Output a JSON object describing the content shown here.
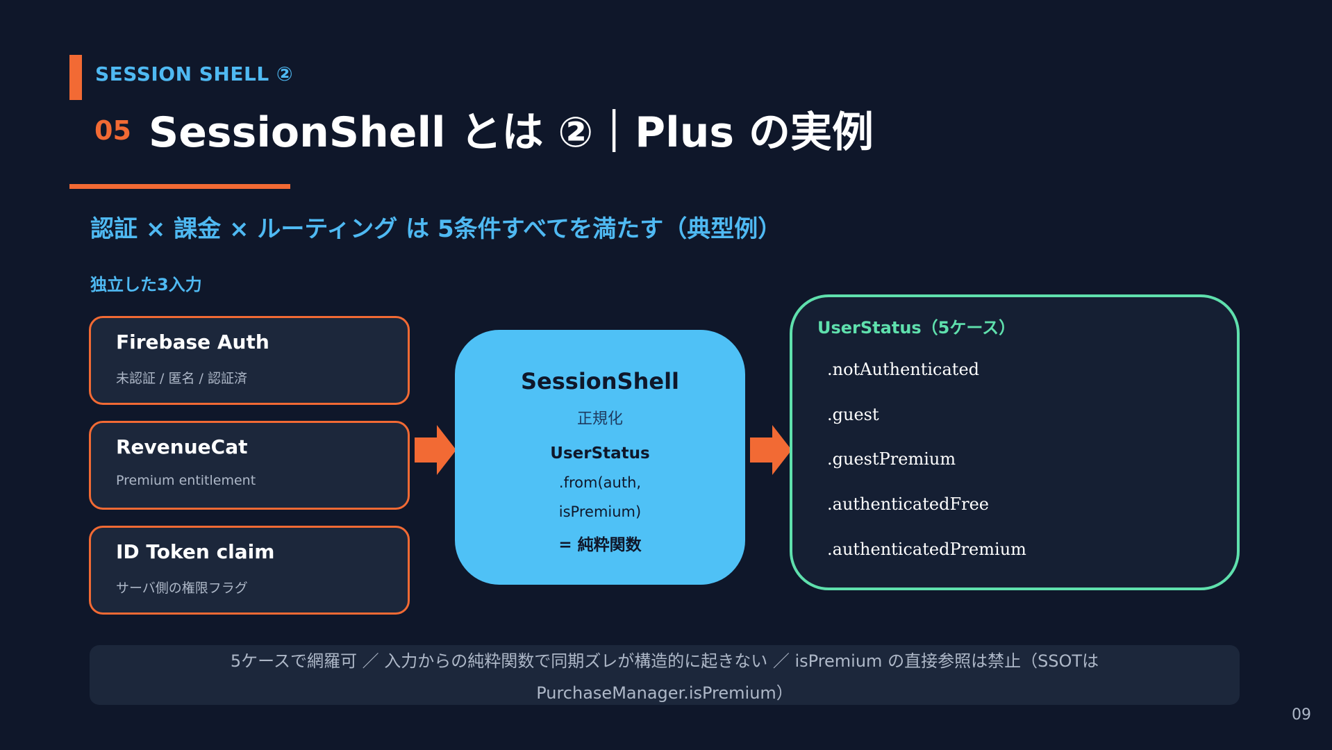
{
  "header": {
    "eyebrow": "SESSION SHELL ②",
    "number": "05",
    "title": "SessionShell とは ②｜Plus の実例",
    "subtitle": "認証 × 課金 × ルーティング は 5条件すべてを満たす（典型例）"
  },
  "inputs": {
    "label": "独立した3入力",
    "items": [
      {
        "title": "Firebase Auth",
        "sub": "未認証 / 匿名 / 認証済"
      },
      {
        "title": "RevenueCat",
        "sub": "Premium entitlement"
      },
      {
        "title": "ID Token claim",
        "sub": "サーバ側の権限フラグ"
      }
    ]
  },
  "shell": {
    "title": "SessionShell",
    "normalize": "正規化",
    "type": "UserStatus",
    "from_line1": ".from(auth,",
    "from_line2": "isPremium)",
    "pure": "= 純粋関数"
  },
  "status": {
    "title": "UserStatus（5ケース）",
    "cases": [
      ".notAuthenticated",
      ".guest",
      ".guestPremium",
      ".authenticatedFree",
      ".authenticatedPremium"
    ]
  },
  "footer": {
    "line1": "5ケースで網羅可 ／ 入力からの純粋関数で同期ズレが構造的に起きない ／ isPremium の直接参照は禁止（SSOTは",
    "line2": "PurchaseManager.isPremium）"
  },
  "page_number": "09",
  "colors": {
    "background": "#0f172a",
    "accent_orange": "#f26a34",
    "accent_blue": "#4fc1f6",
    "accent_green": "#5fe0ad",
    "card_bg": "#1c273b"
  }
}
